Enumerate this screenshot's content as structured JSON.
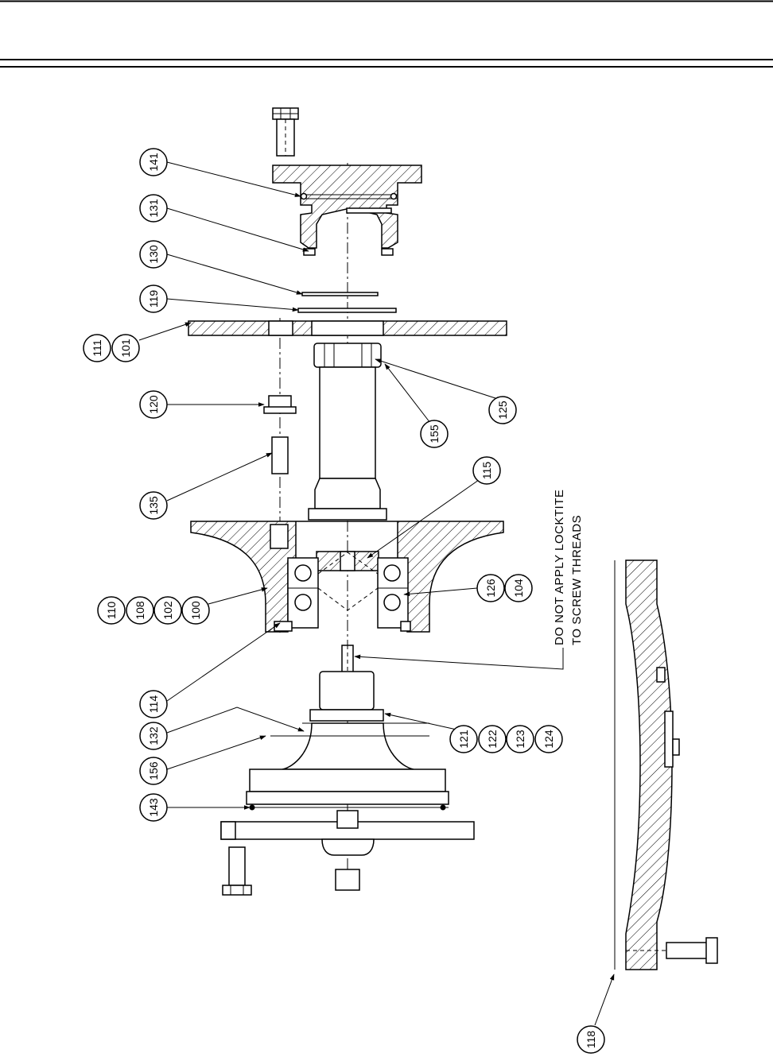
{
  "header": {
    "title": ""
  },
  "note": {
    "line1": "DO NOT APPLY LOCKTITE",
    "line2": "TO SCREW THREADS"
  },
  "callouts": {
    "c141": "141",
    "c131": "131",
    "c130": "130",
    "c119": "119",
    "c111": "111",
    "c101": "101",
    "c120": "120",
    "c135": "135",
    "c110": "110",
    "c108": "108",
    "c102": "102",
    "c100": "100",
    "c114": "114",
    "c132": "132",
    "c156": "156",
    "c143": "143",
    "c125": "125",
    "c155": "155",
    "c115": "115",
    "c126": "126",
    "c104": "104",
    "c121": "121",
    "c122": "122",
    "c123": "123",
    "c124": "124",
    "c118": "118"
  }
}
